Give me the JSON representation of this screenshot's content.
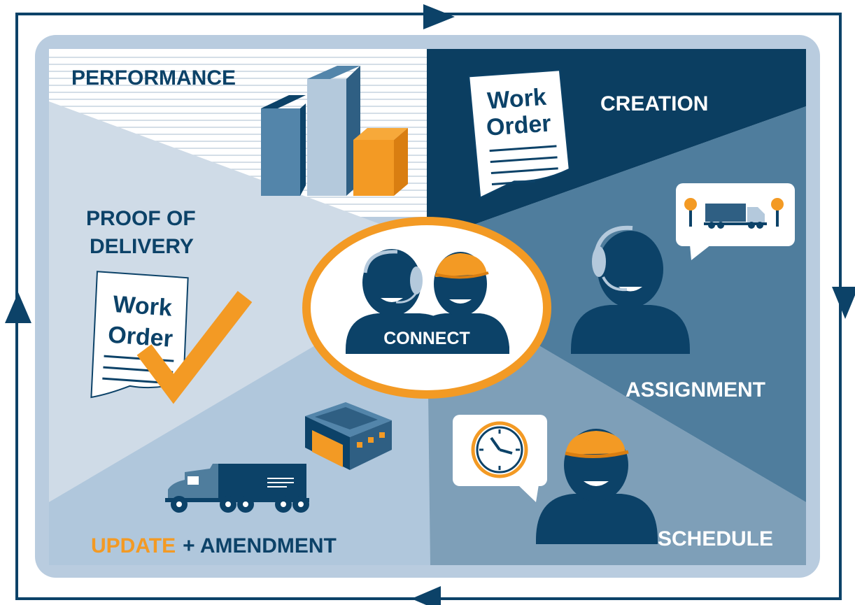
{
  "labels": {
    "performance": "PERFORMANCE",
    "creation": "CREATION",
    "proof_line1": "PROOF OF",
    "proof_line2": "DELIVERY",
    "assignment": "ASSIGNMENT",
    "schedule": "SCHEDULE",
    "update": "UPDATE",
    "amendment": "+ AMENDMENT",
    "connect": "CONNECT"
  },
  "work_order": {
    "line1": "Work",
    "line2": "Order"
  },
  "colors": {
    "navy": "#0c4268",
    "dark_navy": "#0b3e61",
    "mid_blue": "#4f7d9d",
    "steel_blue": "#7e9fb8",
    "light_blue": "#b0c7dc",
    "pale_blue": "#cfdbe7",
    "frame": "#b9ccdf",
    "orange": "#f39a24",
    "white": "#ffffff"
  },
  "icons": [
    "bar-chart-icon",
    "work-order-document-icon",
    "checkmark-icon",
    "headset-agent-icon",
    "driver-cap-icon",
    "truck-icon",
    "warehouse-icon",
    "clock-icon",
    "speech-bubble-icon",
    "cycle-arrow-icon"
  ]
}
